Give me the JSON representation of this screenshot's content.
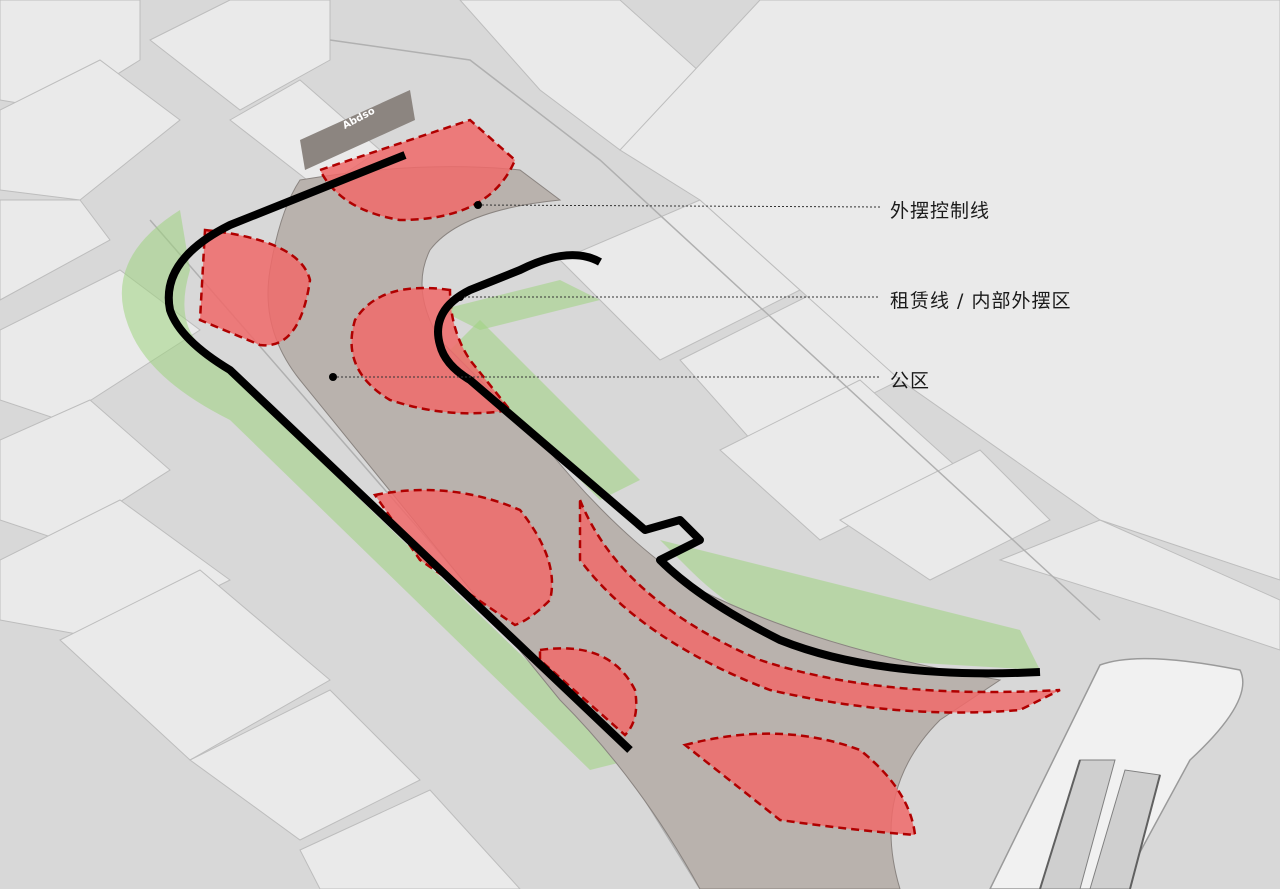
{
  "sign": {
    "text": "Abdso"
  },
  "legend": {
    "outdoor_control_line": "外摆控制线",
    "lease_line_internal_zone": "租赁线 / 内部外摆区",
    "public_area": "公区"
  },
  "colors": {
    "background": "#d8d8d8",
    "red_zone": "#f06a6a",
    "green_zone": "#9fd37f",
    "lease_line": "#000000",
    "floor": "#b9b2ad"
  }
}
